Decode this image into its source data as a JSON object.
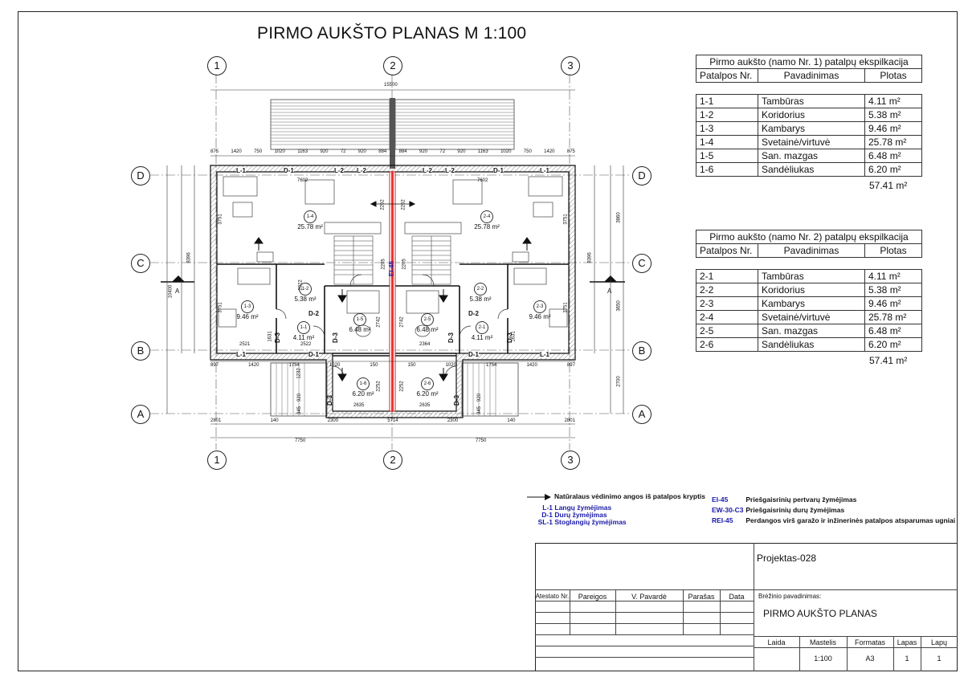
{
  "title": "PIRMO AUKŠTO PLANAS M  1:100",
  "axes": {
    "cols": [
      "1",
      "2",
      "3"
    ],
    "rows": [
      "D",
      "C",
      "B",
      "A"
    ]
  },
  "dims": {
    "overall": "15500",
    "top": [
      "875",
      "1420",
      "750",
      "1020",
      "1163",
      "920",
      "72",
      "920",
      "884",
      "884",
      "920",
      "72",
      "920",
      "1163",
      "1020",
      "750",
      "1420",
      "875"
    ],
    "bottom_a": [
      "897",
      "1420",
      "1754",
      "1020",
      "150",
      "150",
      "1020",
      "1754",
      "1420",
      "897"
    ],
    "bottom_b": [
      "2801",
      "140",
      "2300",
      "5714",
      "2300",
      "140",
      "2801"
    ],
    "bottom_c": [
      "7750",
      "7750"
    ],
    "left": [
      "8396",
      "10400",
      "3751",
      "2022",
      "3751",
      "2521"
    ],
    "right": [
      "3860",
      "3650",
      "2700",
      "8396"
    ],
    "inner": [
      "2522",
      "2364",
      "2742",
      "2742",
      "2252",
      "2252",
      "2635",
      "2635",
      "1232",
      "1631",
      "1631",
      "920",
      "920",
      "345",
      "345",
      "2205",
      "2205",
      "2202",
      "2202",
      "7602",
      "7602",
      "3751",
      "3751"
    ]
  },
  "window_tags": [
    "L-1",
    "D-1",
    "L-2",
    "L-2",
    "L-2",
    "L-2",
    "D-1",
    "L-1",
    "D-2",
    "D-2",
    "D-3",
    "D-3",
    "D-3",
    "D-3",
    "D-3",
    "D-3",
    "L-1",
    "D-1",
    "D-1",
    "L-1"
  ],
  "firewall": "EI-45",
  "section_marker": "A",
  "rooms": [
    {
      "id": "1-4",
      "area": "25.78 m²"
    },
    {
      "id": "2-4",
      "area": "25.78 m²"
    },
    {
      "id": "1-2",
      "area": "5.38 m²"
    },
    {
      "id": "2-2",
      "area": "5.38 m²"
    },
    {
      "id": "1-3",
      "area": "9.46 m²"
    },
    {
      "id": "2-3",
      "area": "9.46 m²"
    },
    {
      "id": "1-5",
      "area": "6.48 m²"
    },
    {
      "id": "2-5",
      "area": "6.48 m²"
    },
    {
      "id": "1-1",
      "area": "4.11 m²"
    },
    {
      "id": "2-1",
      "area": "4.11 m²"
    },
    {
      "id": "1-6",
      "area": "6.20 m²"
    },
    {
      "id": "2-6",
      "area": "6.20 m²"
    }
  ],
  "expl1": {
    "title": "Pirmo aukšto (namo Nr. 1) patalpų ekspilkacija",
    "headers": [
      "Patalpos Nr.",
      "Pavadinimas",
      "Plotas"
    ],
    "rows": [
      [
        "1-1",
        "Tambūras",
        "4.11 m²"
      ],
      [
        "1-2",
        "Koridorius",
        "5.38 m²"
      ],
      [
        "1-3",
        "Kambarys",
        "9.46 m²"
      ],
      [
        "1-4",
        "Svetainė/virtuvė",
        "25.78 m²"
      ],
      [
        "1-5",
        "San. mazgas",
        "6.48 m²"
      ],
      [
        "1-6",
        "Sandėliukas",
        "6.20 m²"
      ]
    ],
    "total": "57.41 m²"
  },
  "expl2": {
    "title": "Pirmo aukšto (namo Nr. 2) patalpų ekspilkacija",
    "headers": [
      "Patalpos Nr.",
      "Pavadinimas",
      "Plotas"
    ],
    "rows": [
      [
        "2-1",
        "Tambūras",
        "4.11 m²"
      ],
      [
        "2-2",
        "Koridorius",
        "5.38 m²"
      ],
      [
        "2-3",
        "Kambarys",
        "9.46 m²"
      ],
      [
        "2-4",
        "Svetainė/virtuvė",
        "25.78 m²"
      ],
      [
        "2-5",
        "San. mazgas",
        "6.48 m²"
      ],
      [
        "2-6",
        "Sandėliukas",
        "6.20 m²"
      ]
    ],
    "total": "57.41 m²"
  },
  "legend": {
    "vent": "Natūralaus vėdinimo angos iš patalpos  kryptis",
    "l1_code": "L-1",
    "l1": "Langų žymėjimas",
    "d1_code": "D-1",
    "d1": "Durų žymėjimas",
    "sl1_code": "SL-1",
    "sl1": "Stoglangių žymėjimas",
    "ei_code": "EI-45",
    "ei": "Priešgaisrinių pertvarų žymėjimas",
    "ew_code": "EW-30-C3",
    "ew": "Priešgaisrinių durų žymėjimas",
    "rei_code": "REI-45",
    "rei": "Perdangos virš garažo ir inžinerinės patalpos  atsparumas ugniai"
  },
  "title_block": {
    "project": "Projektas-028",
    "cols": [
      "Atestato Nr.",
      "Pareigos",
      "V. Pavardė",
      "Parašas",
      "Data"
    ],
    "drawing_name_label": "Brėžinio pavadinimas:",
    "drawing_name": "PIRMO  AUKŠTO PLANAS",
    "info_labels": [
      "Laida",
      "Mastelis",
      "Formatas",
      "Lapas",
      "Lapų"
    ],
    "info_values": [
      "",
      "1:100",
      "A3",
      "1",
      "1"
    ]
  }
}
